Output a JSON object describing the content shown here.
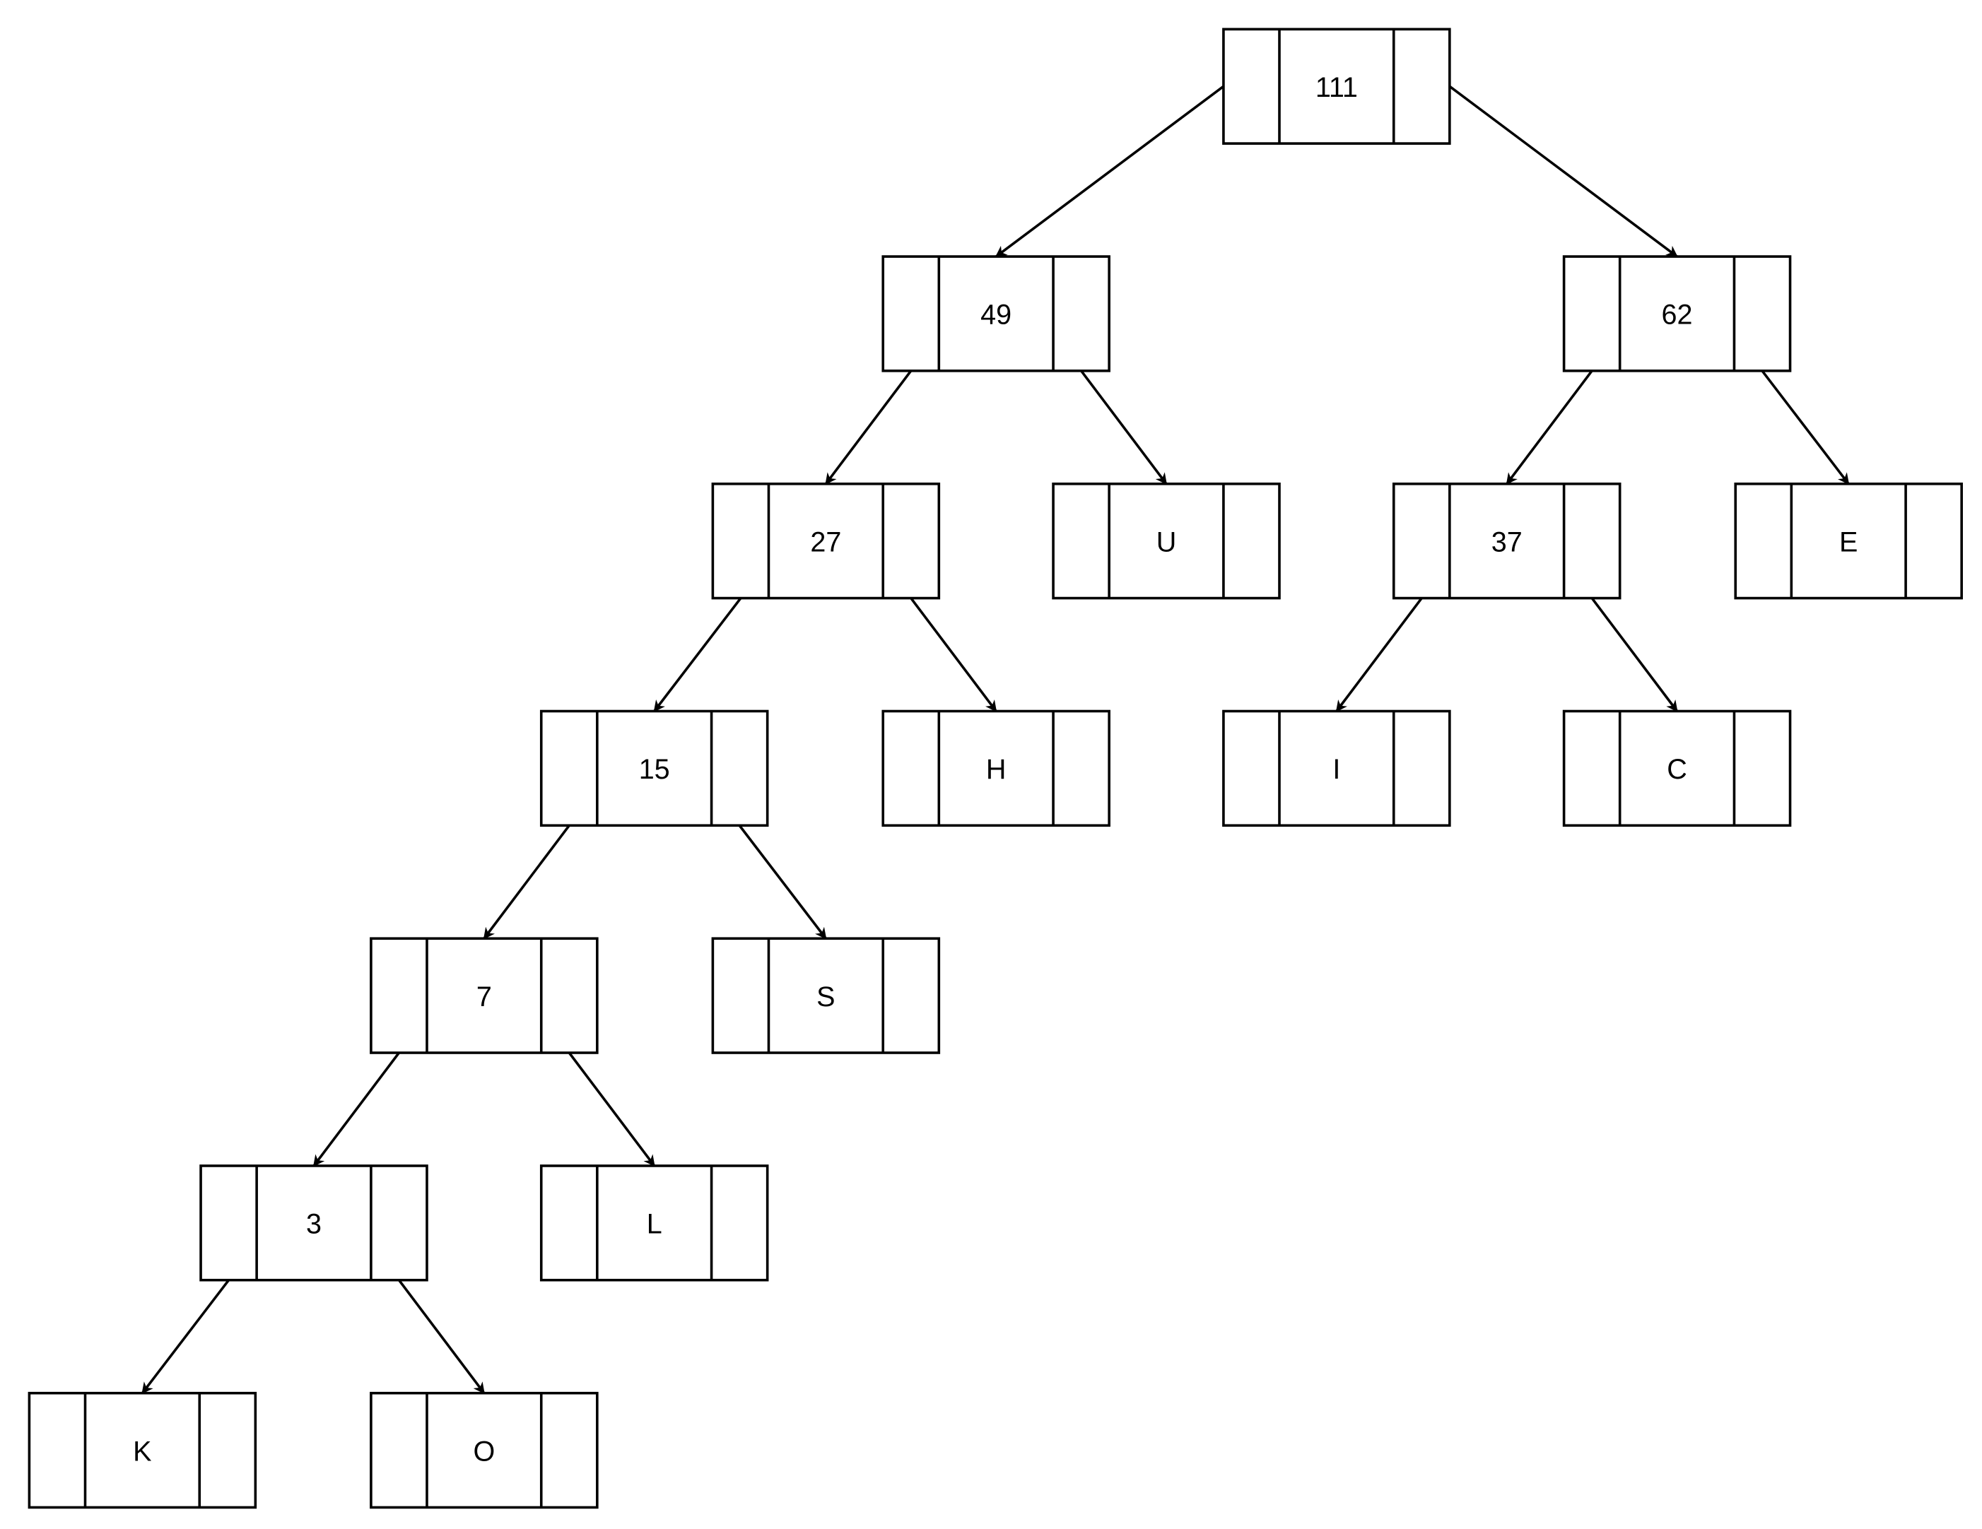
{
  "title": "Huffman tree",
  "nodes": [
    {
      "id": "n111",
      "label": "111",
      "children": [
        "n49",
        "n62"
      ]
    },
    {
      "id": "n49",
      "label": "49",
      "children": [
        "n27",
        "nU"
      ]
    },
    {
      "id": "n62",
      "label": "62",
      "children": [
        "n37",
        "nE"
      ]
    },
    {
      "id": "n27",
      "label": "27",
      "children": [
        "n15",
        "nH"
      ]
    },
    {
      "id": "nU",
      "label": "U",
      "children": []
    },
    {
      "id": "n37",
      "label": "37",
      "children": [
        "nI",
        "nC"
      ]
    },
    {
      "id": "nE",
      "label": "E",
      "children": []
    },
    {
      "id": "n15",
      "label": "15",
      "children": [
        "n7",
        "nS"
      ]
    },
    {
      "id": "nH",
      "label": "H",
      "children": []
    },
    {
      "id": "nI",
      "label": "I",
      "children": []
    },
    {
      "id": "nC",
      "label": "C",
      "children": []
    },
    {
      "id": "n7",
      "label": "7",
      "children": [
        "n3",
        "nL"
      ]
    },
    {
      "id": "nS",
      "label": "S",
      "children": []
    },
    {
      "id": "n3",
      "label": "3",
      "children": [
        "nK",
        "nO"
      ]
    },
    {
      "id": "nL",
      "label": "L",
      "children": []
    },
    {
      "id": "nK",
      "label": "K",
      "children": []
    },
    {
      "id": "nO",
      "label": "O",
      "children": []
    }
  ]
}
